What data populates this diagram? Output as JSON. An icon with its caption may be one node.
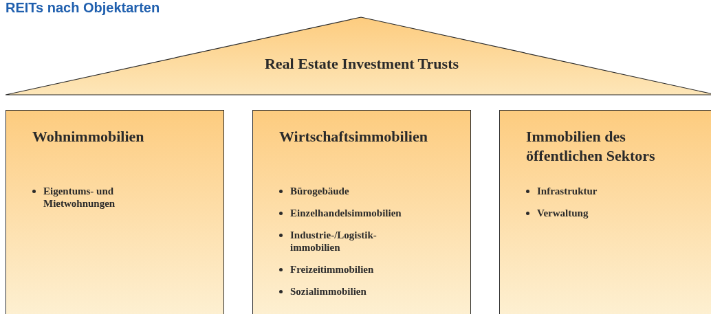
{
  "diagram": {
    "title": "REITs nach Objektarten",
    "nodes": [
      {
        "text": [
          "Real Estate Investment Trusts"
        ]
      },
      {
        "text": [
          "Wohnimmobilien",
          "Eigentums- und Mietwohnungen"
        ]
      },
      {
        "text": [
          "Wirtschaftsimmobilien",
          "Bürogebäude",
          "Einzelhandelsimmobilien",
          "Industrie-/Logistik- immobilien",
          "Freizeitimmobilien",
          "Sozialimmobilien"
        ]
      },
      {
        "text": [
          "Immobilien des öffentlichen Sektors",
          "Infrastruktur",
          "Verwaltung"
        ]
      }
    ]
  }
}
